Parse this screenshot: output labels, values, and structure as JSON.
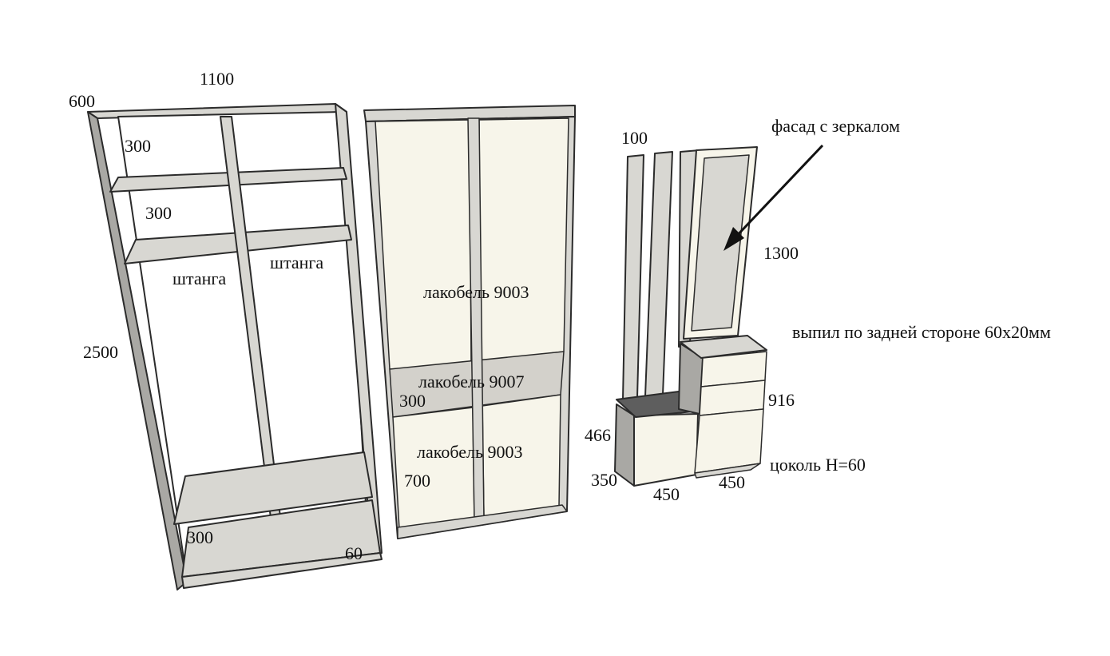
{
  "colors": {
    "panel": "#d8d7d2",
    "panel_dark": "#a9a8a4",
    "inner_back": "#ffffff",
    "door_fill": "#f7f5ea",
    "door_band": "#d3d1cb",
    "seat": "#5e5e5e",
    "outline": "#2b2b2b"
  },
  "wardrobe": {
    "width_label": "1100",
    "depth_label": "600",
    "height_label": "2500",
    "shelf_top_label": "300",
    "shelf_second_label": "300",
    "bottom_shelf_label": "300",
    "plinth_label": "60",
    "rail_left_label": "штанга",
    "rail_right_label": "штанга"
  },
  "doors": {
    "upper_finish": "лакобель 9003",
    "band_finish": "лакобель 9007",
    "band_height": "300",
    "lower_finish": "лакобель 9003",
    "lower_height": "700"
  },
  "hallway": {
    "panel_width_label": "100",
    "mirror_facade_note": "фасад с зеркалом",
    "mirror_height_label": "1300",
    "back_cut_note": "выпил по задней стороне 60х20мм",
    "cabinet_height_label": "916",
    "bench_height_label": "466",
    "bench_depth_label": "350",
    "bench_width_label": "450",
    "cabinet_width_label": "450",
    "plinth_note": "цоколь Н=60"
  }
}
